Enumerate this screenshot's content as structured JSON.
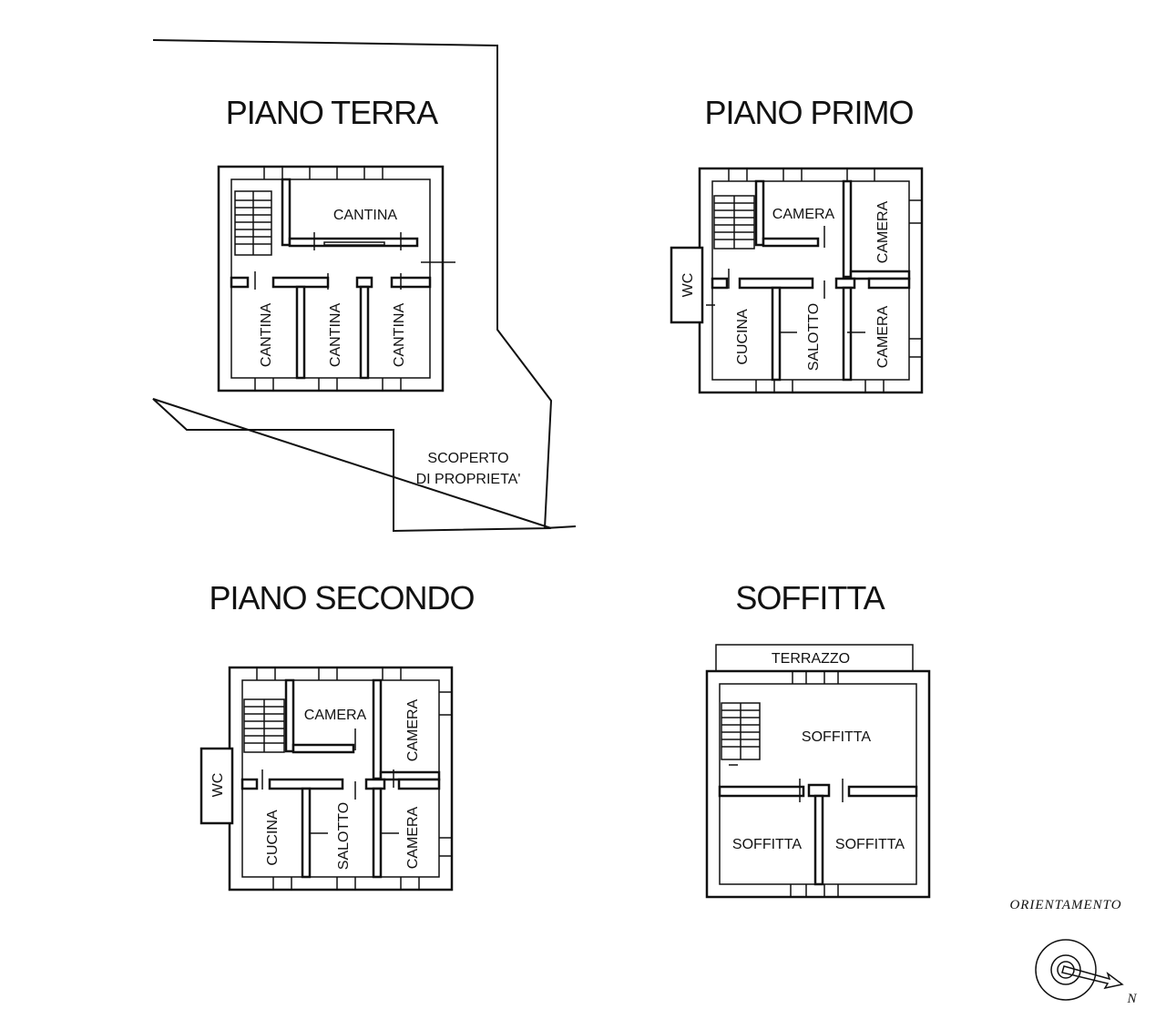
{
  "floors": {
    "piano_terra": {
      "title": "PIANO TERRA",
      "rooms": [
        "CANTINA",
        "CANTINA",
        "CANTINA",
        "CANTINA"
      ],
      "outdoor_line1": "SCOPERTO",
      "outdoor_line2": "DI PROPRIETA'"
    },
    "piano_primo": {
      "title": "PIANO PRIMO",
      "rooms": [
        "CAMERA",
        "CAMERA",
        "WC",
        "CUCINA",
        "SALOTTO",
        "CAMERA"
      ]
    },
    "piano_secondo": {
      "title": "PIANO SECONDO",
      "rooms": [
        "CAMERA",
        "CAMERA",
        "WC",
        "CUCINA",
        "SALOTTO",
        "CAMERA"
      ]
    },
    "soffitta": {
      "title": "SOFFITTA",
      "terrace": "TERRAZZO",
      "rooms": [
        "SOFFITTA",
        "SOFFITTA",
        "SOFFITTA"
      ]
    }
  },
  "orientation": {
    "label": "ORIENTAMENTO",
    "north_letter": "N"
  }
}
